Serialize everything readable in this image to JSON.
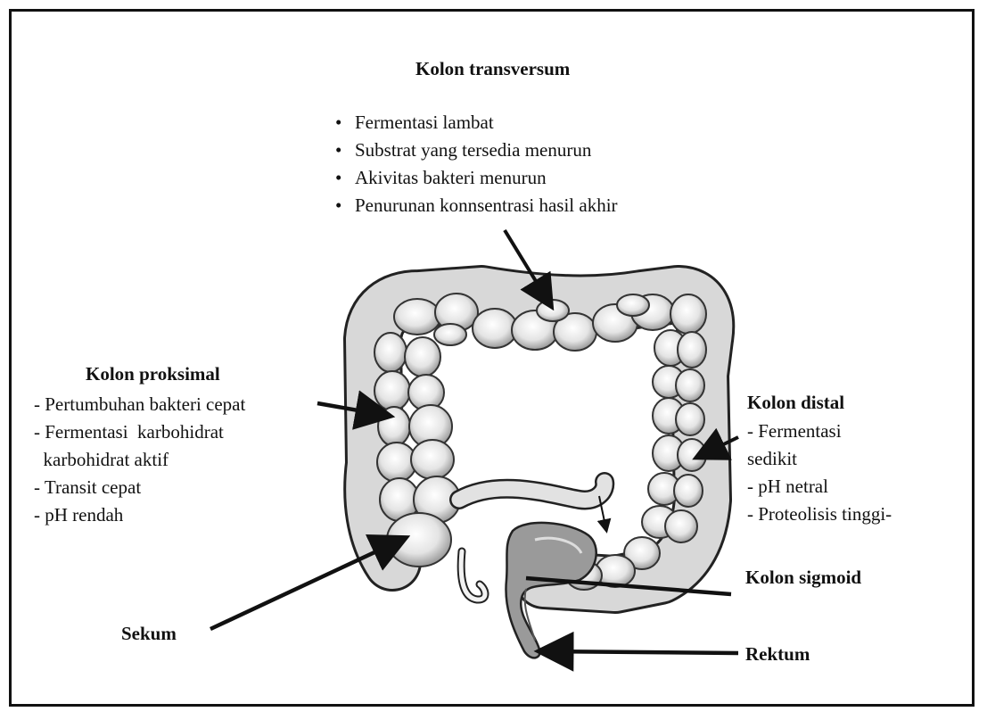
{
  "transversum": {
    "title": "Kolon transversum",
    "items": [
      "Fermentasi lambat",
      "Substrat yang tersedia menurun",
      "Akivitas bakteri menurun",
      "Penurunan konnsentrasi hasil akhir"
    ]
  },
  "proksimal": {
    "title": "Kolon proksimal",
    "items": [
      "- Pertumbuhan bakteri cepat",
      "- Fermentasi  karbohidrat",
      "  karbohidrat aktif",
      "- Transit cepat",
      "- pH rendah"
    ]
  },
  "distal": {
    "title": "Kolon distal",
    "items": [
      "- Fermentasi",
      "sedikit",
      "- pH netral",
      "- Proteolisis tinggi-"
    ]
  },
  "labels": {
    "sigmoid": "Kolon sigmoid",
    "sekum": "Sekum",
    "rektum": "Rektum"
  }
}
